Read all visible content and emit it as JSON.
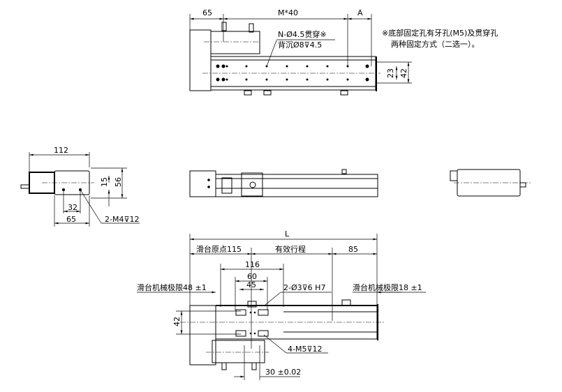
{
  "top_view": {
    "dim_motor": "65",
    "dim_pitch": "M*40",
    "dim_end": "A",
    "hole_note_1": "N-Ø4.5贯穿※",
    "hole_note_2": "背沉Ø8⊽4.5",
    "dim_hole_spacing": "23",
    "dim_width": "42",
    "remark_1": "※底部固定孔有牙孔(M5)及贯穿孔",
    "remark_2": "两种固定方式（二选一）。"
  },
  "end_view": {
    "dim_length": "112",
    "dim_offset": "15",
    "dim_height": "56",
    "dim_hole_pitch": "32",
    "dim_base": "65",
    "hole_note": "2-M4⊽12"
  },
  "plan_view": {
    "dim_total": "L",
    "dim_origin": "滑台原点115",
    "dim_stroke": "有效行程",
    "dim_end": "85",
    "dim_slider": "116",
    "dim_60": "60",
    "dim_45": "45",
    "limit_left": "滑台机械极限48 ±1",
    "pin_note": "2-Ø3⊽6 H7",
    "limit_right": "滑台机械极限18 ±1",
    "dim_width": "42",
    "tap_note": "4-M5⊽12",
    "dim_30": "30 ±0.02"
  }
}
